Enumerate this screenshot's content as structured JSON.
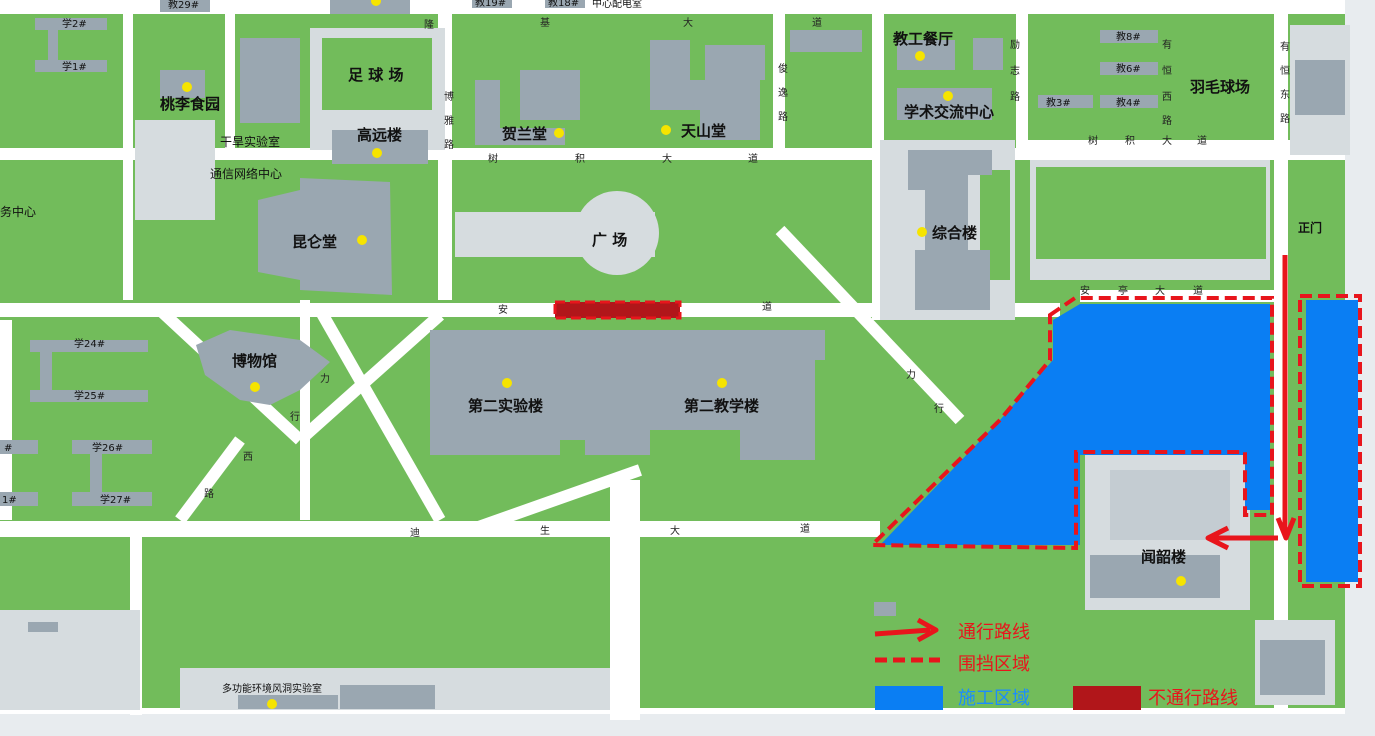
{
  "map": {
    "colors": {
      "grass": "#72bc5b",
      "road": "#ffffff",
      "building": "#9aa7b1",
      "plaza": "#d6dcdf",
      "marker": "#f6e400",
      "construction": "#0a7ef3",
      "barrier": "#e8151c",
      "closed": "#b1161a",
      "legend_text_red": "#e8151c",
      "legend_text_blue": "#1a8cff"
    },
    "places": {
      "kunlun": "昆仑堂",
      "bowuguan": "博物馆",
      "shiyan2": "第二实验楼",
      "jiaoxue2": "第二教学楼",
      "guangchang": "广 场",
      "gaoyuan": "高远楼",
      "zuqiu": "足 球 场",
      "helan": "贺兰堂",
      "tianshan": "天山堂",
      "taoli": "桃李食园",
      "ganhan": "干旱实验室",
      "tongxin": "通信网络中心",
      "zonghe": "综合楼",
      "jiaogong": "教工餐厅",
      "xueshu": "学术交流中心",
      "yumao": "羽毛球场",
      "zhengmen": "正门",
      "wenshao": "闻韶楼",
      "wudong": "务中心",
      "duogongneng": "多功能环境风洞实验室",
      "zhongxin_peidian": "中心配电室"
    },
    "dorms": {
      "xue2": "学2#",
      "xue1": "学1#",
      "xue24": "学24#",
      "xue25": "学25#",
      "xue26": "学26#",
      "xue27": "学27#",
      "jiao29": "教29#",
      "jiao19": "教19#",
      "jiao18": "教18#",
      "jiao8": "教8#",
      "jiao6": "教6#",
      "jiao3": "教3#",
      "jiao4": "教4#",
      "hash_a": "#",
      "hash_b": "1#"
    },
    "roads": {
      "shuji_w": [
        "树",
        "积",
        "大",
        "道"
      ],
      "shuji_e": [
        "树",
        "积",
        "大",
        "道"
      ],
      "anting_w": [
        "安",
        "道"
      ],
      "anting_e": [
        "安",
        "亭",
        "大",
        "道"
      ],
      "disheng": [
        "迪",
        "生",
        "大",
        "道"
      ],
      "jizhi": [
        "基",
        "大",
        "道"
      ],
      "long": [
        "隆"
      ],
      "boya": [
        "博",
        "雅",
        "路"
      ],
      "junyi": [
        "俊",
        "逸",
        "路"
      ],
      "lizhi": [
        "励",
        "志",
        "路"
      ],
      "youheng": [
        "有",
        "恒",
        "东",
        "路"
      ],
      "youheng_w": [
        "有",
        "恒",
        "西",
        "路"
      ],
      "lixing": [
        "力",
        "行"
      ],
      "lixing2": [
        "力",
        "行"
      ],
      "xilu": [
        "西",
        "路"
      ]
    },
    "legend": {
      "route": "通行路线",
      "barrier": "围挡区域",
      "construction": "施工区域",
      "closed": "不通行路线"
    }
  }
}
